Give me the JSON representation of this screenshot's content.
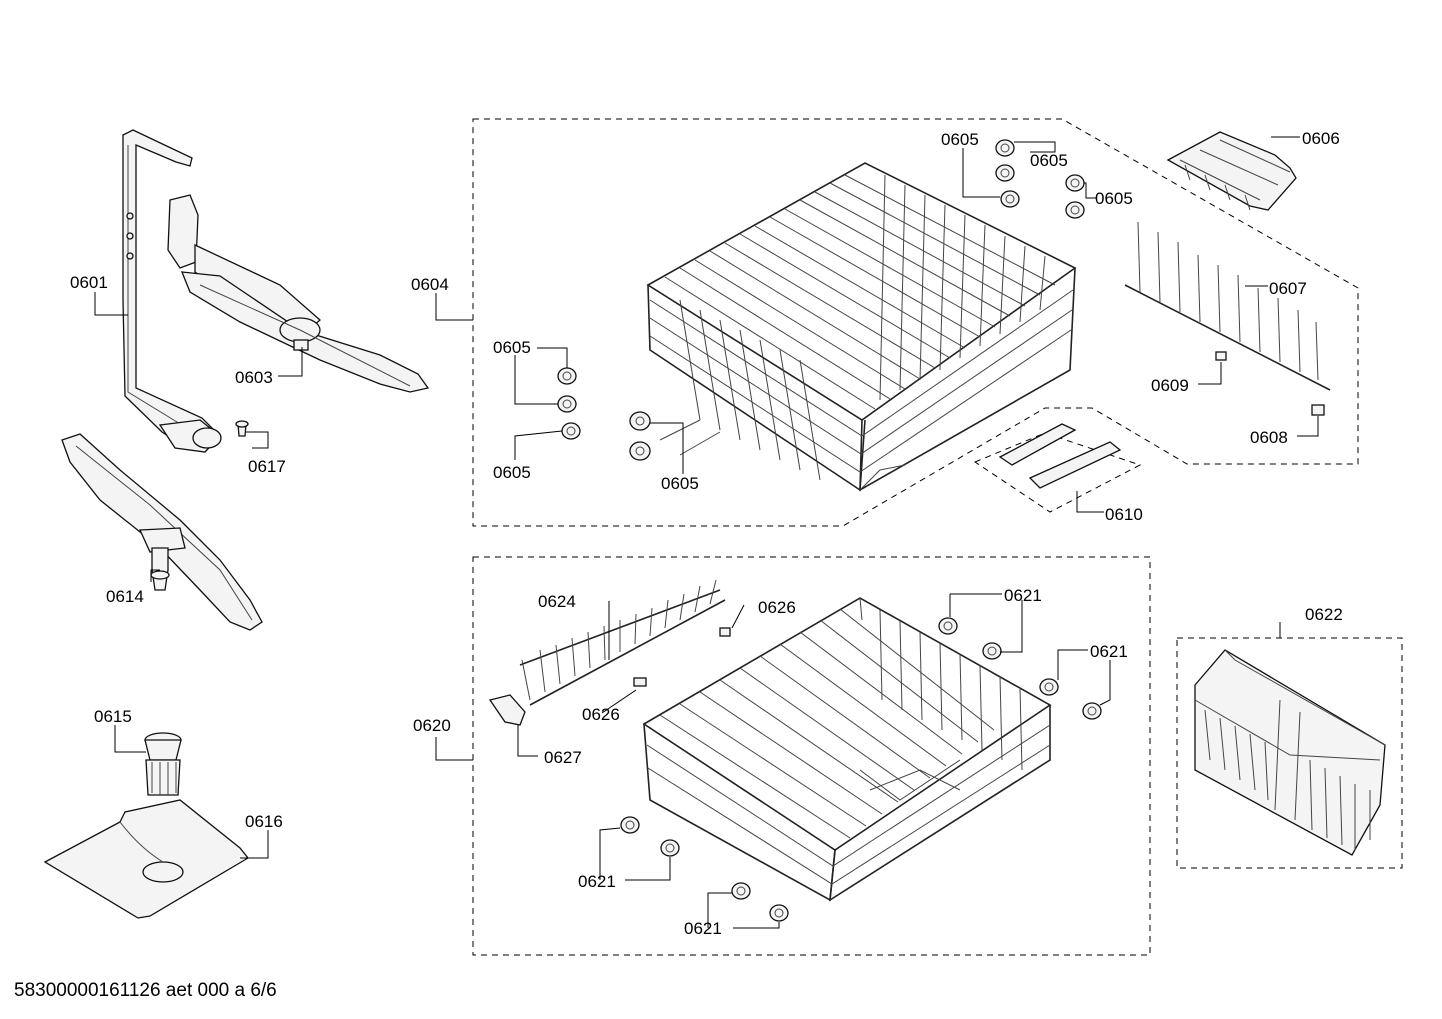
{
  "drawing_number": "58300000161126 aet 000 a 6/6",
  "labels": {
    "p0601": "0601",
    "p0603": "0603",
    "p0604": "0604",
    "p0605": "0605",
    "p0606": "0606",
    "p0607": "0607",
    "p0608": "0608",
    "p0609": "0609",
    "p0610": "0610",
    "p0614": "0614",
    "p0615": "0615",
    "p0616": "0616",
    "p0617": "0617",
    "p0620": "0620",
    "p0621": "0621",
    "p0622": "0622",
    "p0624": "0624",
    "p0626": "0626",
    "p0627": "0627"
  }
}
